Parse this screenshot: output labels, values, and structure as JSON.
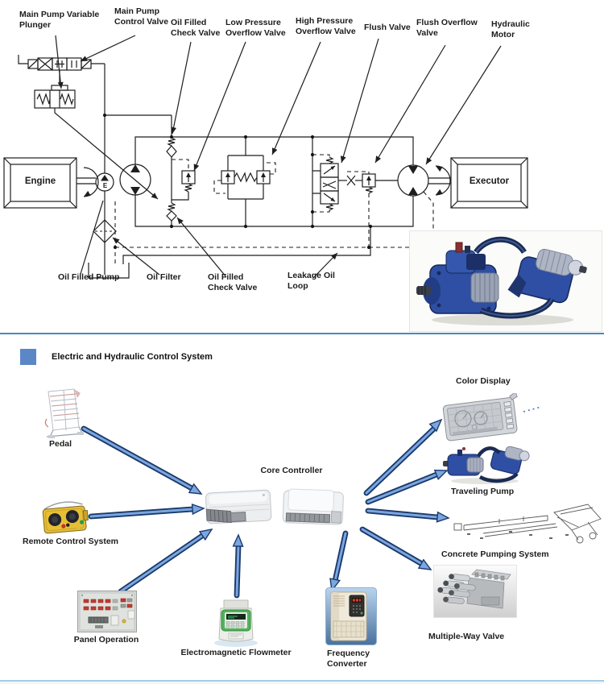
{
  "schematic": {
    "labels": {
      "main_pump_variable_plunger": "Main Pump Variable Plunger",
      "main_pump_control_valve": "Main Pump Control Valve",
      "oil_filled_check_valve_top": "Oil Filled Check Valve",
      "low_pressure_overflow_valve": "Low Pressure Overflow Valve",
      "high_pressure_overflow_valve": "High Pressure Overflow Valve",
      "flush_valve": "Flush Valve",
      "flush_overflow_valve": "Flush Overflow Valve",
      "hydraulic_motor": "Hydraulic Motor",
      "engine": "Engine",
      "executor": "Executor",
      "oil_filled_pump": "Oil Filled Pump",
      "oil_filter": "Oil Filter",
      "oil_filled_check_valve_bottom": "Oil Filled Check Valve",
      "leakage_oil_loop": "Leakage Oil Loop",
      "charge_pump_letter": "E"
    },
    "photo_icon": "hydraulic-pump-and-motor-photo"
  },
  "control_section": {
    "title": "Electric and Hydraulic Control System",
    "bullet_color": "#5b87c7",
    "divider_color": "#4989bd",
    "arrow": {
      "fill": "#7ba6e0",
      "outline": "#1b3a6b"
    },
    "core": {
      "label": "Core Controller",
      "icon": "ecu-controller-modules"
    },
    "inputs": [
      {
        "label": "Pedal",
        "icon": "pedal-sketch"
      },
      {
        "label": "Remote Control System",
        "icon": "remote-control"
      },
      {
        "label": "Panel Operation",
        "icon": "control-panel"
      },
      {
        "label": "Electromagnetic Flowmeter",
        "icon": "flowmeter"
      },
      {
        "label": "Frequency Converter",
        "icon": "frequency-converter"
      }
    ],
    "outputs": [
      {
        "label": "Color Display",
        "icon": "display-monitor"
      },
      {
        "label": "Traveling Pump",
        "icon": "hydraulic-pumps"
      },
      {
        "label": "Concrete Pumping System",
        "icon": "pumping-system-drawing"
      },
      {
        "label": "Multiple-Way Valve",
        "icon": "valve-block"
      }
    ]
  }
}
